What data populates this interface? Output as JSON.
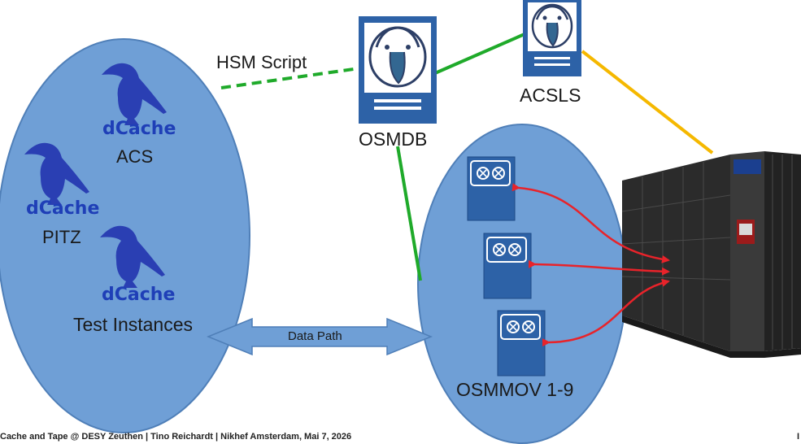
{
  "left_cluster": {
    "items": [
      {
        "logo": "dCache",
        "label": "ACS"
      },
      {
        "logo": "dCache",
        "label": "PITZ"
      },
      {
        "logo": "dCache",
        "label": "Test Instances"
      }
    ]
  },
  "links": {
    "hsm_script": "HSM Script",
    "data_path": "Data Path"
  },
  "databases": {
    "osmdb": "OSMDB",
    "acsls": "ACSLS"
  },
  "mover_cluster": {
    "label": "OSMMOV 1-9"
  },
  "colors": {
    "ellipse_fill": "#6f9fd6",
    "server_fill": "#3a6fae",
    "green_line": "#1faa2a",
    "yellow_line": "#f5b800",
    "red_arrow": "#e8232a",
    "dcache_blue": "#1f3fb7"
  },
  "footer": {
    "text": "Cache and Tape @ DESY Zeuthen  |  Tino Reichardt  |  Nikhef Amsterdam, Mai 7, 2026",
    "page": "I"
  }
}
